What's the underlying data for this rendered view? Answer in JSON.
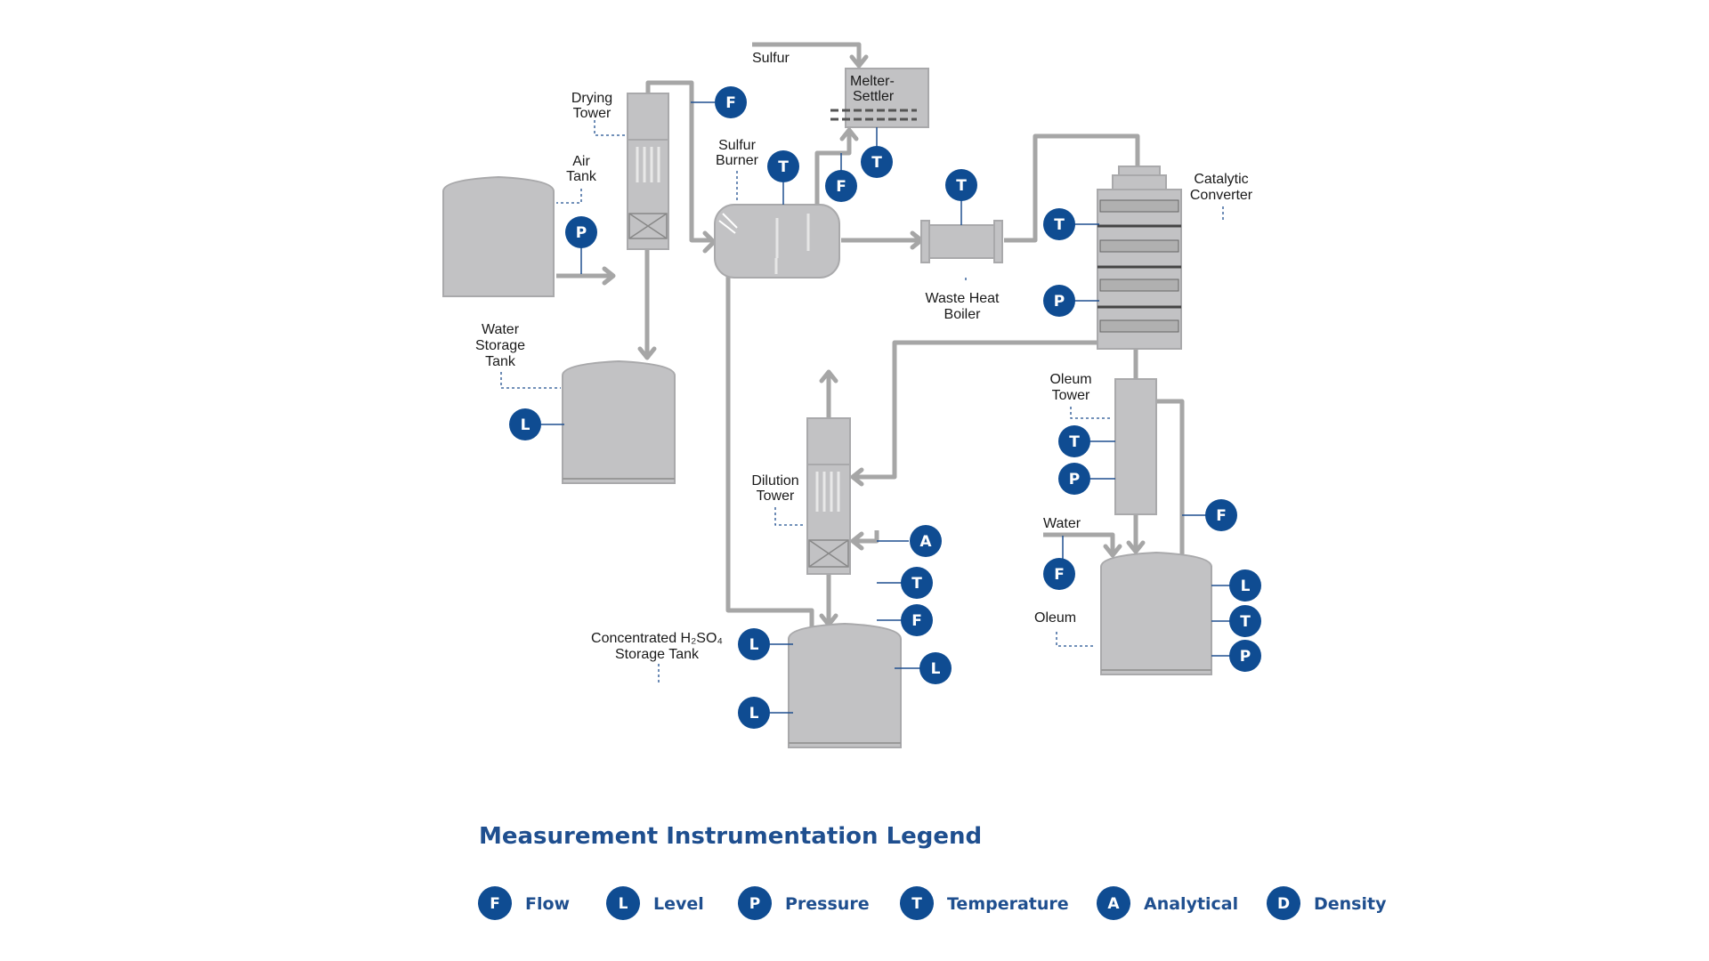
{
  "colors": {
    "instrument": "#0f4c92",
    "equipment": "#c2c2c4",
    "pipe": "#a6a6a6",
    "legend_text": "#1f4f8f"
  },
  "equipment": {
    "sulfur": "Sulfur",
    "melter_settler": [
      "Melter-",
      "Settler"
    ],
    "drying_tower": [
      "Drying",
      "Tower"
    ],
    "air_tank": [
      "Air",
      "Tank"
    ],
    "sulfur_burner": [
      "Sulfur",
      "Burner"
    ],
    "catalytic_converter": [
      "Catalytic",
      "Converter"
    ],
    "waste_heat_boiler": [
      "Waste Heat",
      "Boiler"
    ],
    "water_storage_tank": [
      "Water",
      "Storage",
      "Tank"
    ],
    "oleum_tower": [
      "Oleum",
      "Tower"
    ],
    "dilution_tower": [
      "Dilution",
      "Tower"
    ],
    "water": "Water",
    "oleum": "Oleum",
    "conc_tank": [
      "Concentrated H₂SO₄",
      "Storage Tank"
    ]
  },
  "instruments": {
    "drying_f": "F",
    "air_p": "P",
    "burner_t": "T",
    "burner_f": "F",
    "melter_t": "T",
    "boiler_t": "T",
    "converter_t": "T",
    "converter_p": "P",
    "water_tank_l": "L",
    "oleum_t": "T",
    "oleum_p": "P",
    "oleum_f": "F",
    "water_f": "F",
    "oleum_tank_l": "L",
    "oleum_tank_t": "T",
    "oleum_tank_p": "P",
    "dilution_a": "A",
    "dilution_t": "T",
    "dilution_f": "F",
    "conc_l1": "L",
    "conc_l2": "L",
    "conc_l3": "L"
  },
  "legend": {
    "title": "Measurement Instrumentation Legend",
    "items": [
      {
        "symbol": "F",
        "label": "Flow"
      },
      {
        "symbol": "L",
        "label": "Level"
      },
      {
        "symbol": "P",
        "label": "Pressure"
      },
      {
        "symbol": "T",
        "label": "Temperature"
      },
      {
        "symbol": "A",
        "label": "Analytical"
      },
      {
        "symbol": "D",
        "label": "Density"
      }
    ]
  }
}
